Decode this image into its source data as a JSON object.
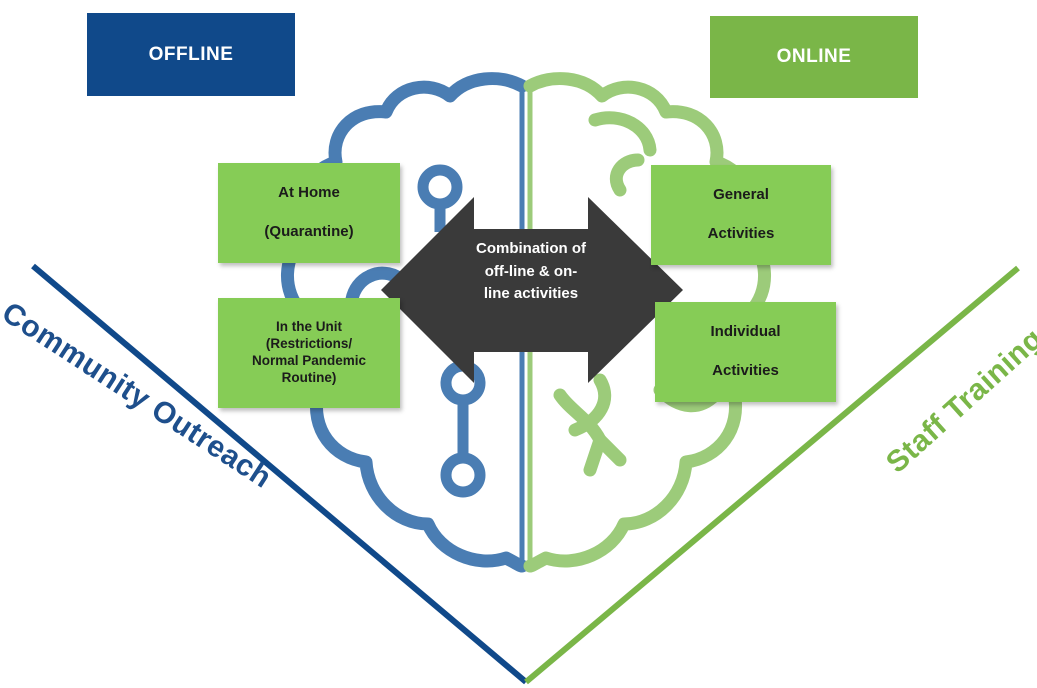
{
  "headers": {
    "offline": "OFFLINE",
    "online": "ONLINE"
  },
  "left_boxes": {
    "home": [
      "At Home",
      "(Quarantine)"
    ],
    "unit": [
      "In the Unit",
      "(Restrictions/",
      "Normal Pandemic",
      "Routine)"
    ]
  },
  "right_boxes": {
    "general": [
      "General",
      "Activities"
    ],
    "individual": [
      "Individual",
      "Activities"
    ]
  },
  "arrow": [
    "Combination of",
    "off-line & on-",
    "line activities"
  ],
  "axes": {
    "left": "Community Outreach",
    "right": "Staff Training"
  },
  "colors": {
    "blue": "#10498a",
    "blue_brain": "#4a7db3",
    "green": "#7ab648",
    "green_brain": "#9ccb7a",
    "box_green": "#86cc56",
    "arrow": "#3a3a3a"
  },
  "icons": {
    "brain": "brain-circuit-icon",
    "arrow": "double-arrow-icon"
  }
}
